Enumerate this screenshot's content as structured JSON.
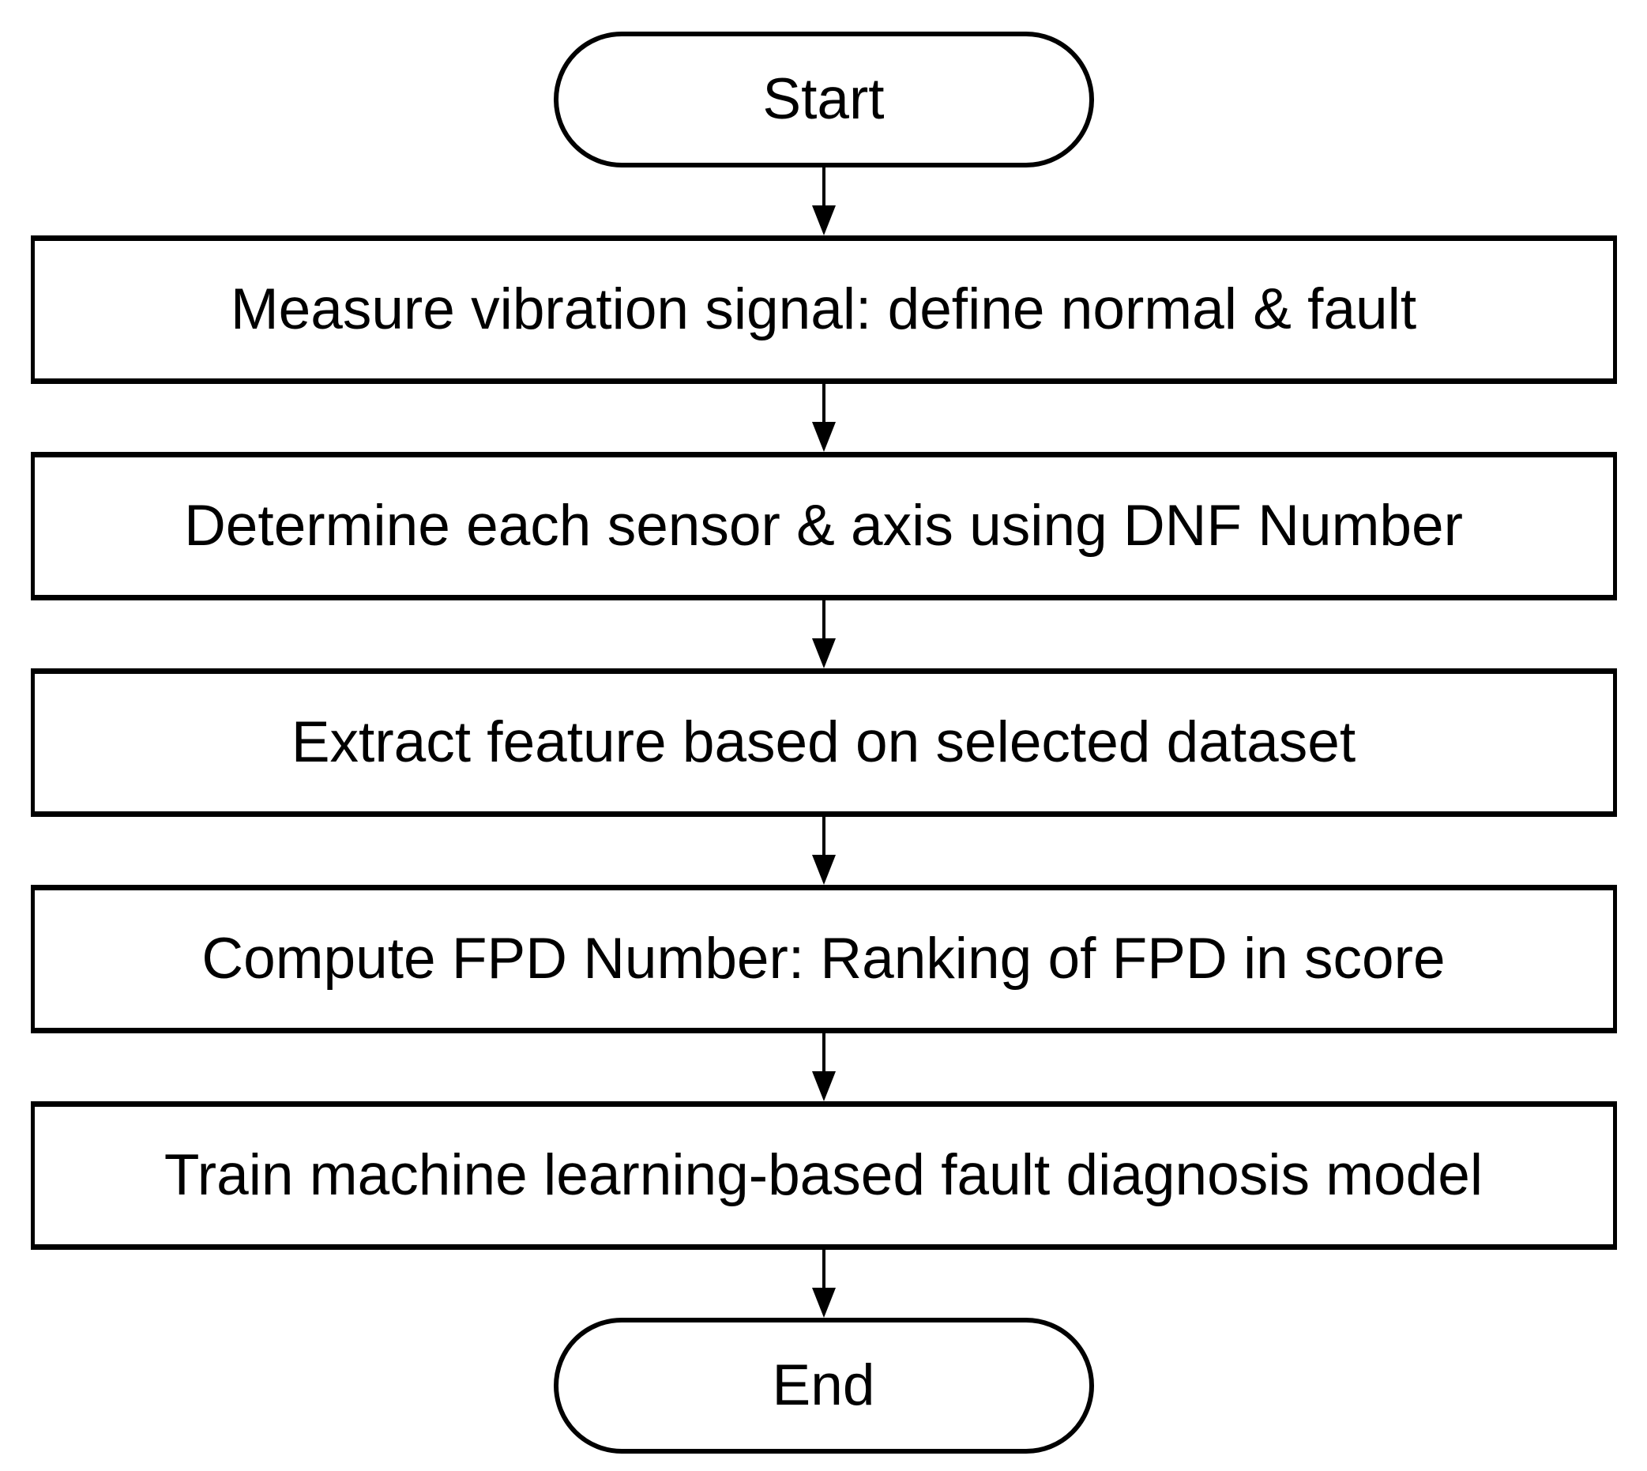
{
  "diagram": {
    "type": "flowchart",
    "direction": "top-down",
    "colors": {
      "stroke": "#000000",
      "fill": "#ffffff",
      "text": "#000000",
      "background": "#ffffff"
    },
    "nodes": [
      {
        "id": "start",
        "shape": "stadium",
        "label": "Start"
      },
      {
        "id": "step-1",
        "shape": "rectangle",
        "label": "Measure vibration signal: define normal & fault"
      },
      {
        "id": "step-2",
        "shape": "rectangle",
        "label": "Determine each sensor & axis using DNF Number"
      },
      {
        "id": "step-3",
        "shape": "rectangle",
        "label": "Extract feature based on selected dataset"
      },
      {
        "id": "step-4",
        "shape": "rectangle",
        "label": "Compute FPD Number: Ranking of FPD in score"
      },
      {
        "id": "step-5",
        "shape": "rectangle",
        "label": "Train machine learning-based fault diagnosis model"
      },
      {
        "id": "end",
        "shape": "stadium",
        "label": "End"
      }
    ],
    "edges": [
      {
        "from": "start",
        "to": "step-1",
        "style": "arrow-down"
      },
      {
        "from": "step-1",
        "to": "step-2",
        "style": "arrow-down"
      },
      {
        "from": "step-2",
        "to": "step-3",
        "style": "arrow-down"
      },
      {
        "from": "step-3",
        "to": "step-4",
        "style": "arrow-down"
      },
      {
        "from": "step-4",
        "to": "step-5",
        "style": "arrow-down"
      },
      {
        "from": "step-5",
        "to": "end",
        "style": "arrow-down"
      }
    ]
  }
}
